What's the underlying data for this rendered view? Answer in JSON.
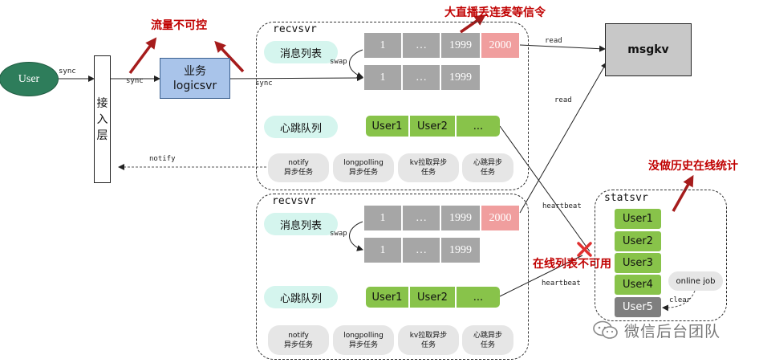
{
  "user": {
    "label": "User"
  },
  "access_layer": {
    "label_lines": [
      "接",
      "入",
      "层"
    ]
  },
  "logicsvr": {
    "line1": "业务",
    "line2": "logicsvr"
  },
  "msgkv": {
    "label": "msgkv"
  },
  "labels": {
    "sync": "sync",
    "notify": "notify",
    "read": "read",
    "heartbeat": "heartbeat",
    "swap": "swap",
    "clear": "clear"
  },
  "annotations": {
    "flow": "流量不可控",
    "live": "大直播丢连麦等信令",
    "history": "没做历史在线统计",
    "online_list": "在线列表不可用"
  },
  "recvsvr_top": {
    "title": "recvsvr",
    "msg_queue": "消息列表",
    "heartbeat_queue": "心跳队列",
    "row1": [
      "1",
      "…",
      "1999",
      "2000"
    ],
    "row2": [
      "1",
      "…",
      "1999"
    ],
    "users": [
      "User1",
      "User2",
      "..."
    ],
    "tasks": [
      {
        "line1": "notify",
        "line2": "异步任务"
      },
      {
        "line1": "longpolling",
        "line2": "异步任务"
      },
      {
        "line1": "kv拉取异步",
        "line2": "任务"
      },
      {
        "line1": "心跳异步",
        "line2": "任务"
      }
    ]
  },
  "recvsvr_bottom": {
    "title": "recvsvr",
    "msg_queue": "消息列表",
    "heartbeat_queue": "心跳队列",
    "row1": [
      "1",
      "…",
      "1999",
      "2000"
    ],
    "row2": [
      "1",
      "…",
      "1999"
    ],
    "users": [
      "User1",
      "User2",
      "..."
    ],
    "tasks": [
      {
        "line1": "notify",
        "line2": "异步任务"
      },
      {
        "line1": "longpolling",
        "line2": "异步任务"
      },
      {
        "line1": "kv拉取异步",
        "line2": "任务"
      },
      {
        "line1": "心跳异步",
        "line2": "任务"
      }
    ]
  },
  "statsvr": {
    "title": "statsvr",
    "users": [
      "User1",
      "User2",
      "User3",
      "User4",
      "User5"
    ],
    "online_job": "online job"
  },
  "watermark": {
    "text": "微信后台团队"
  },
  "colors": {
    "user_fill": "#2e7d5b",
    "logicsvr_fill": "#a9c4ea",
    "msgkv_fill": "#c8c8c8",
    "accent_red": "#c00000",
    "green": "#88c34a",
    "gray_cell": "#a6a6a6",
    "pink_cell": "#f09e9e",
    "teal_pill": "#d5f5ee"
  }
}
